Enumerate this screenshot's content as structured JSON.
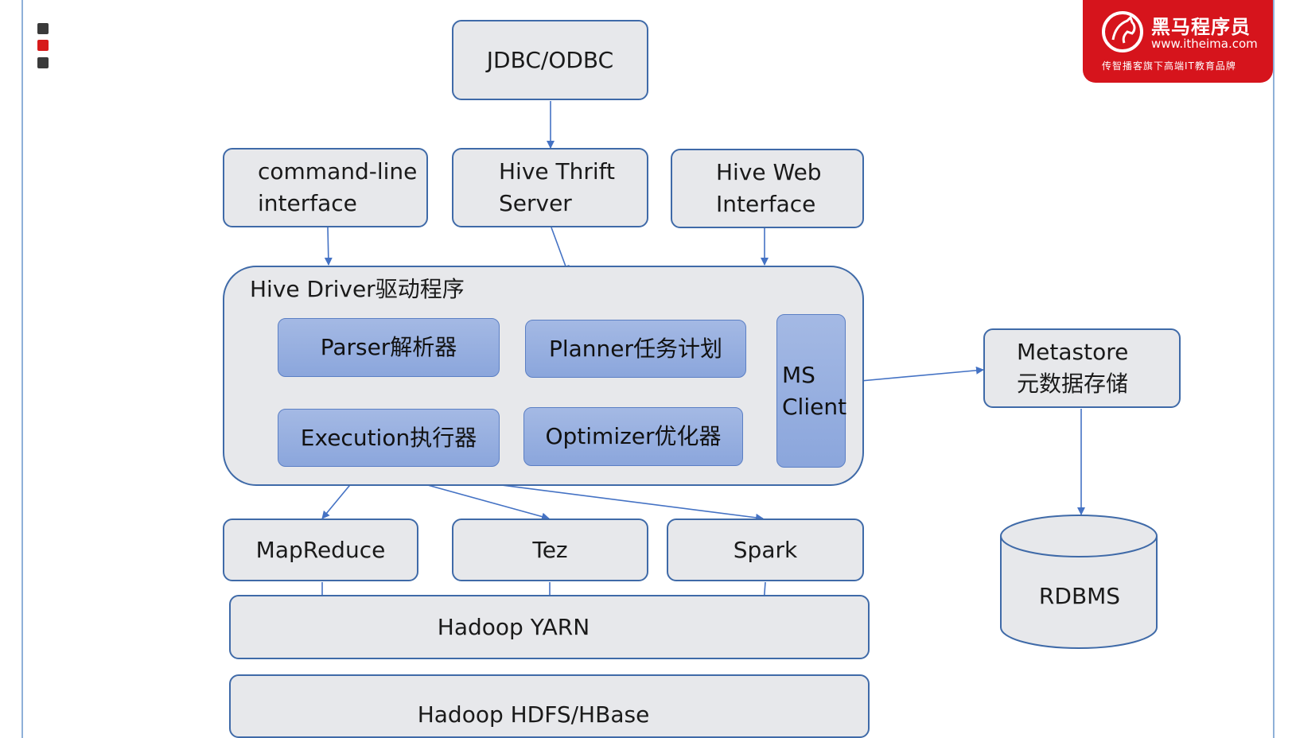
{
  "logo": {
    "name": "黑马程序员",
    "url": "www.itheima.com",
    "slogan": "传智播客旗下高端IT教育品牌"
  },
  "colors": {
    "box_fill": "#e7e8eb",
    "box_border": "#3f6aa8",
    "component_fill": "#97afe0",
    "arrow": "#4472c4",
    "logo_red": "#d6141c"
  },
  "diagram": {
    "jdbc": "JDBC/ODBC",
    "cli": [
      "command-line",
      "interface"
    ],
    "thrift": [
      "Hive Thrift",
      "Server"
    ],
    "web": [
      "Hive Web",
      "Interface"
    ],
    "driver": {
      "title": "Hive Driver驱动程序",
      "parser": "Parser解析器",
      "planner": "Planner任务计划",
      "execution": "Execution执行器",
      "optimizer": "Optimizer优化器",
      "ms_client": [
        "MS",
        "Client"
      ]
    },
    "metastore": [
      "Metastore",
      "元数据存储"
    ],
    "rdbms": "RDBMS",
    "mapreduce": "MapReduce",
    "tez": "Tez",
    "spark": "Spark",
    "yarn": "Hadoop YARN",
    "hdfs": "Hadoop HDFS/HBase"
  }
}
